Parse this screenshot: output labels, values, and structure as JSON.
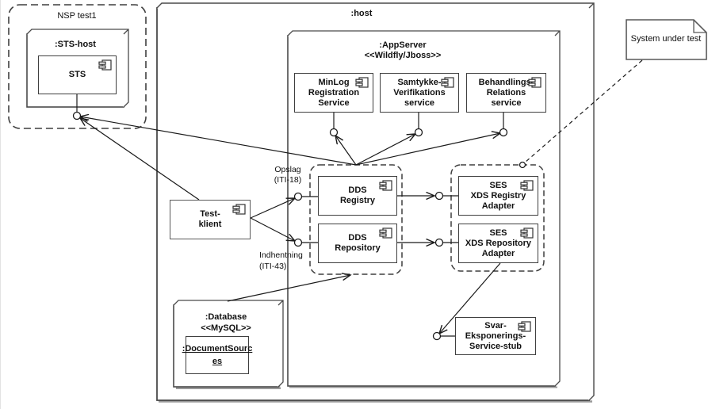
{
  "diagram": {
    "nsp": {
      "label": "NSP test1"
    },
    "host": {
      "title": ":host"
    },
    "sts_host": {
      "title": ":STS-host"
    },
    "sts": {
      "label": "STS"
    },
    "appserver": {
      "title": ":AppServer",
      "stereotype": "<<Wildfly/Jboss>>"
    },
    "minlog": {
      "lines": [
        "MinLog",
        "Registration",
        "Service"
      ]
    },
    "samtykke": {
      "lines": [
        "Samtykke-",
        "Verifikations",
        "service"
      ]
    },
    "behandlings": {
      "lines": [
        "Behandlings-",
        "Relations",
        "service"
      ]
    },
    "dds_registry": {
      "lines": [
        "DDS",
        "Registry"
      ]
    },
    "dds_repository": {
      "lines": [
        "DDS",
        "Repository"
      ]
    },
    "ses_registry_adapter": {
      "lines": [
        "SES",
        "XDS Registry",
        "Adapter"
      ]
    },
    "ses_repository_adapter": {
      "lines": [
        "SES",
        "XDS Repository",
        "Adapter"
      ]
    },
    "test_klient": {
      "lines": [
        "Test-",
        "klient"
      ]
    },
    "svar_stub": {
      "lines": [
        "Svar-",
        "Eksponerings-",
        "Service-stub"
      ]
    },
    "database": {
      "title": ":Database",
      "stereotype": "<<MySQL>>"
    },
    "document_sources": {
      "lines": [
        ":DocumentSourc",
        "es"
      ]
    },
    "note": {
      "label": "System under test"
    },
    "edge_labels": {
      "opslag": {
        "lines": [
          "Opslag",
          "(ITI-18)"
        ]
      },
      "indhentning": {
        "lines": [
          "Indhentning",
          "(ITI-43)"
        ]
      }
    },
    "colors": {
      "line": "#1a1a1a",
      "box_border": "#3f3f3f",
      "cube_border": "#4a4a4a",
      "shadow": "#9a9a9a",
      "background": "#ffffff"
    }
  }
}
